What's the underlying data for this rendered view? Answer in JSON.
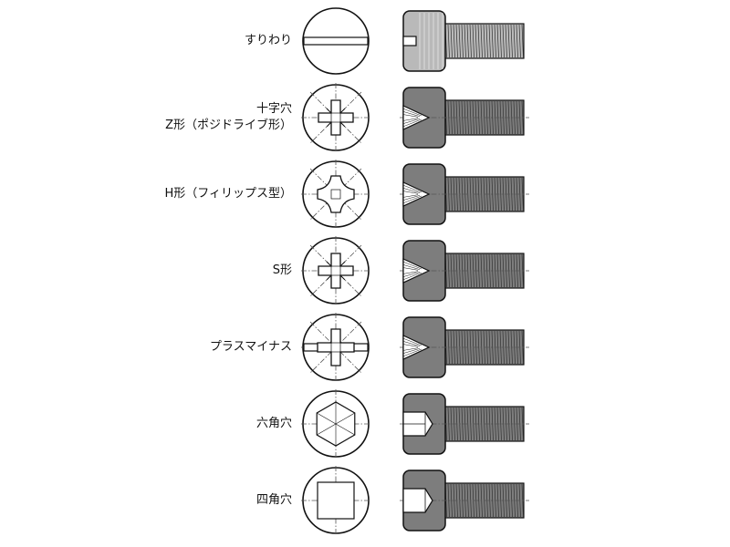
{
  "rows": [
    {
      "id": "slotted",
      "label_lines": [
        "すりわり"
      ],
      "recess": "slot"
    },
    {
      "id": "cross-z",
      "label_lines": [
        "十字穴",
        "Z形（ポジドライブ形）"
      ],
      "recess": "pozidriv"
    },
    {
      "id": "cross-h",
      "label_lines": [
        "H形（フィリップス型）"
      ],
      "recess": "phillips"
    },
    {
      "id": "cross-s",
      "label_lines": [
        "S形"
      ],
      "recess": "cross-s"
    },
    {
      "id": "plus-minus",
      "label_lines": [
        "プラスマイナス"
      ],
      "recess": "plus-minus"
    },
    {
      "id": "hex",
      "label_lines": [
        "六角穴"
      ],
      "recess": "hex"
    },
    {
      "id": "square",
      "label_lines": [
        "四角穴"
      ],
      "recess": "square"
    }
  ],
  "colors": {
    "fill": "#7d7d7d",
    "fill_light": "#b9b9b9",
    "stroke": "#111111",
    "centerline": "#555555"
  }
}
